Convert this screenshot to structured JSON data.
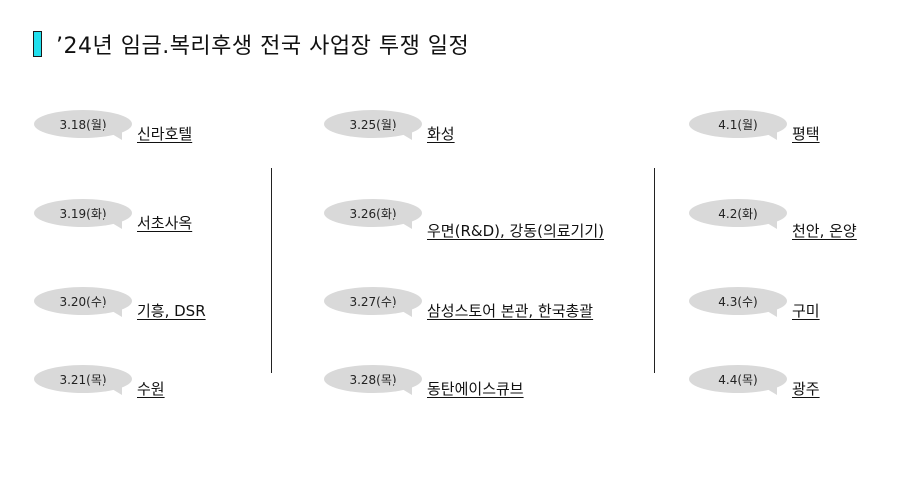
{
  "title": "’24년 임금.복리후생 전국 사업장 투쟁 일정",
  "columns": [
    {
      "events": [
        {
          "date": "3.18(월)",
          "location": "신라호텔"
        },
        {
          "date": "3.19(화)",
          "location": "서초사옥"
        },
        {
          "date": "3.20(수)",
          "location": "기흥, DSR"
        },
        {
          "date": "3.21(목)",
          "location": "수원"
        }
      ]
    },
    {
      "events": [
        {
          "date": "3.25(월)",
          "location": "화성"
        },
        {
          "date": "3.26(화)",
          "location": "우면(R&D), 강동(의료기기)"
        },
        {
          "date": "3.27(수)",
          "location": "삼성스토어 본관, 한국총괄"
        },
        {
          "date": "3.28(목)",
          "location": "동탄에이스큐브"
        }
      ]
    },
    {
      "events": [
        {
          "date": "4.1(월)",
          "location": "평택"
        },
        {
          "date": "4.2(화)",
          "location": "천안, 온양"
        },
        {
          "date": "4.3(수)",
          "location": "구미"
        },
        {
          "date": "4.4(목)",
          "location": "광주"
        }
      ]
    }
  ]
}
